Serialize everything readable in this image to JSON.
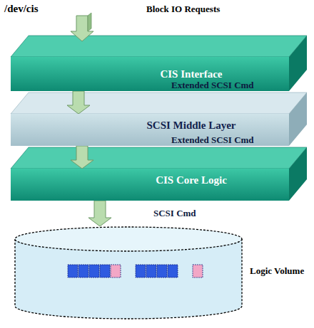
{
  "diagram": {
    "nodes": [
      {
        "text": [
          "CIS Interface"
        ]
      },
      {
        "text": [
          "SCSI Middle Layer"
        ]
      },
      {
        "text": [
          "CIS Core Logic"
        ]
      },
      {
        "text": [
          "Logic Volume"
        ]
      }
    ],
    "edges": [
      {
        "from": 0,
        "to": 1,
        "label": "Extended SCSI Cmd",
        "arrow": "to"
      },
      {
        "from": 1,
        "to": 2,
        "label": "Extended SCSI Cmd",
        "arrow": "to"
      },
      {
        "from": 2,
        "to": 3,
        "label": "SCSI Cmd",
        "arrow": "to"
      }
    ],
    "labels": [
      "/dev/cis",
      "Block IO Requests"
    ]
  }
}
